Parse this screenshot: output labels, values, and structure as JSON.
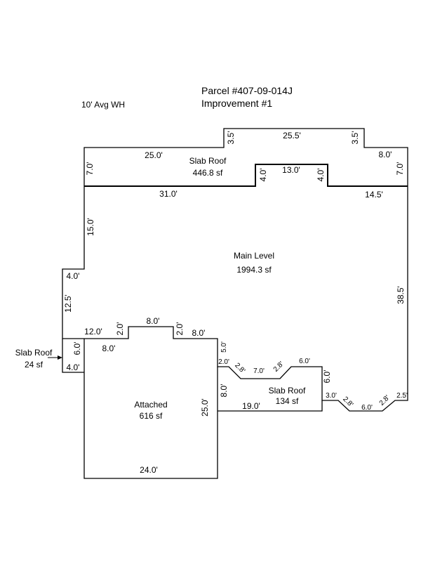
{
  "header": {
    "parcel": "Parcel #407-09-014J",
    "improvement": "Improvement #1",
    "wall_height": "10' Avg WH"
  },
  "areas": {
    "slab_roof_top": {
      "name": "Slab Roof",
      "area": "446.8 sf"
    },
    "main_level": {
      "name": "Main Level",
      "area": "1994.3 sf"
    },
    "attached": {
      "name": "Attached",
      "area": "616 sf"
    },
    "slab_roof_right": {
      "name": "Slab Roof",
      "area": "134 sf"
    },
    "slab_roof_left": {
      "name": "Slab Roof",
      "area": "24 sf"
    }
  },
  "dims": {
    "top_left_25": "25.0'",
    "top_step_35_left": "3.5'",
    "top_255": "25.5'",
    "top_step_35_right": "3.5'",
    "top_right_8": "8.0'",
    "left_7": "7.0'",
    "right_7": "7.0'",
    "notch_4_left": "4.0'",
    "notch_13": "13.0'",
    "notch_4_right": "4.0'",
    "mid_31": "31.0'",
    "mid_145": "14.5'",
    "left_15": "15.0'",
    "left_4": "4.0'",
    "left_125": "12.5'",
    "right_385": "38.5'",
    "att_12": "12.0'",
    "att_2_left": "2.0'",
    "att_8_top": "8.0'",
    "att_2_right": "2.0'",
    "att_8_right": "8.0'",
    "att_8_inner": "8.0'",
    "att_25": "25.0'",
    "att_24": "24.0'",
    "sl_6": "6.0'",
    "sl_4": "4.0'",
    "r_5": "5.0'",
    "r_2": "2.0'",
    "r_28_a": "2.8'",
    "r_7": "7.0'",
    "r_28_b": "2.8'",
    "r_6_top": "6.0'",
    "r_6_side": "6.0'",
    "r_8": "8.0'",
    "r_19": "19.0'",
    "r_3": "3.0'",
    "r_28_c": "2.8'",
    "r_6_bottom": "6.0'",
    "r_28_d": "2.8'",
    "r_25": "2.5'"
  }
}
